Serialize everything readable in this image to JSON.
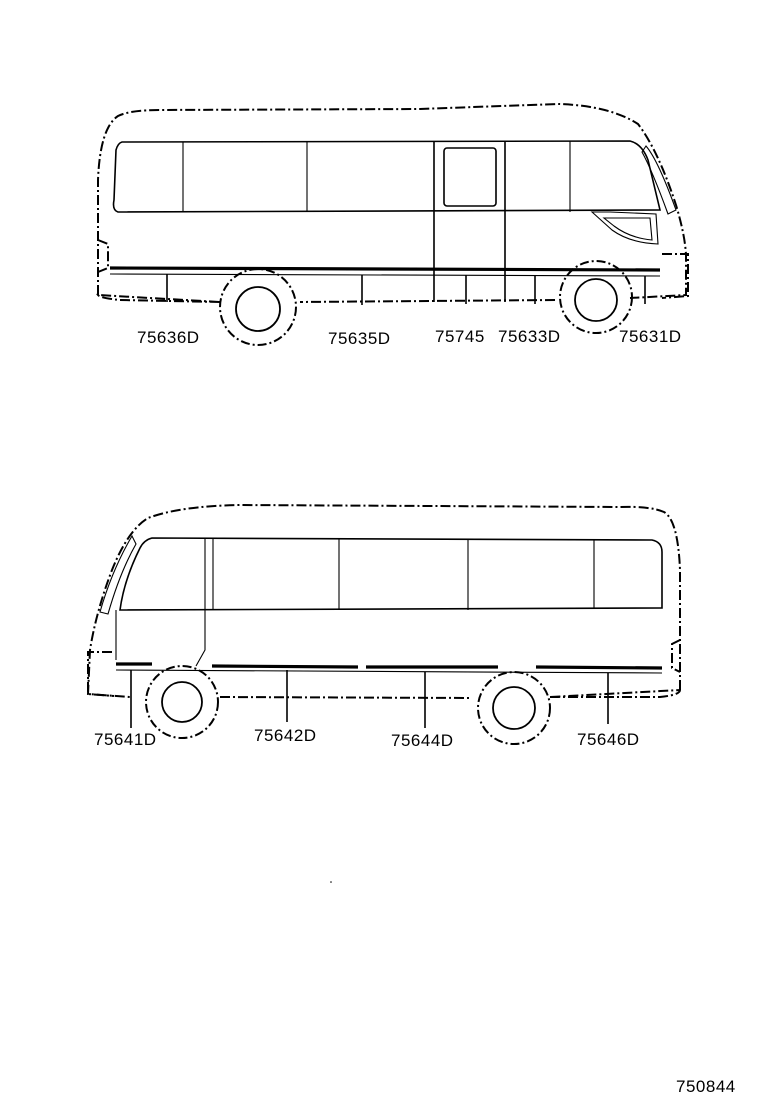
{
  "top_view": {
    "callouts": [
      "75636D",
      "75635D",
      "75745",
      "75633D",
      "75631D"
    ]
  },
  "bottom_view": {
    "callouts": [
      "75641D",
      "75642D",
      "75644D",
      "75646D"
    ]
  },
  "figure_number": "750844"
}
